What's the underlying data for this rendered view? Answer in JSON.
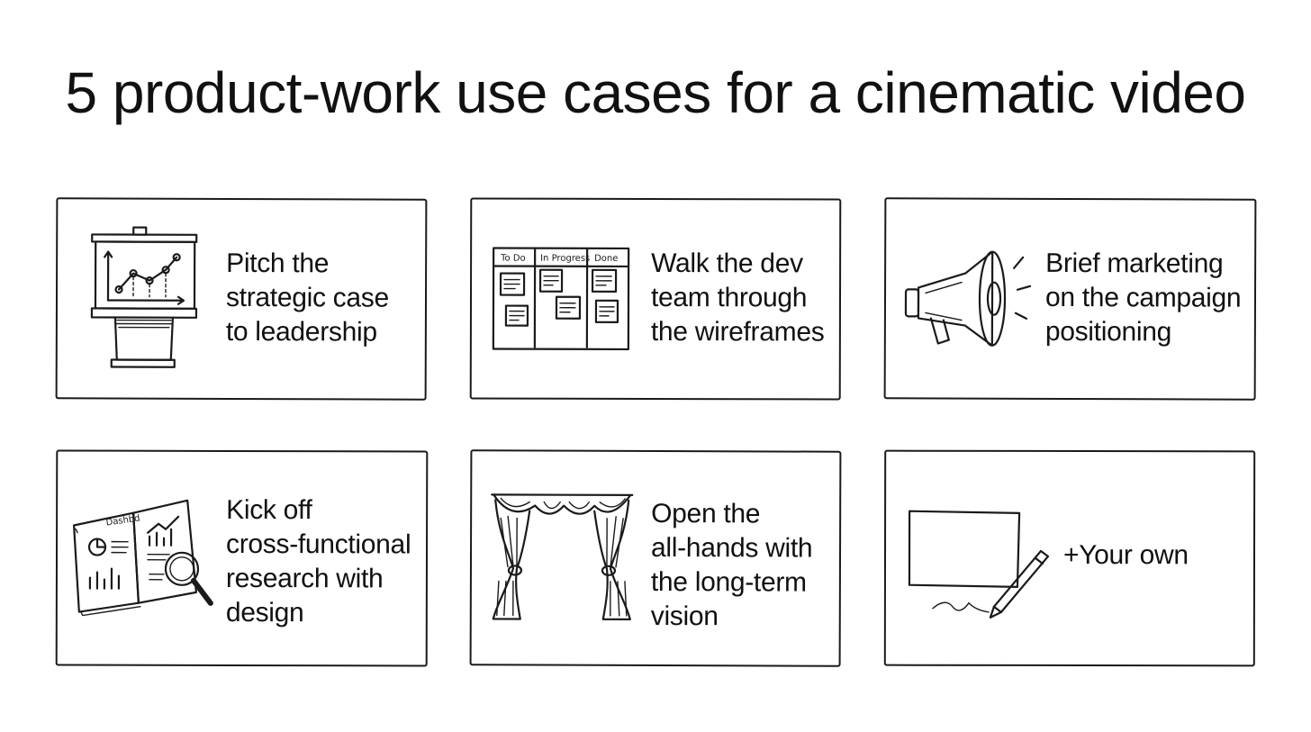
{
  "title": "5 product-work use cases for a cinematic video",
  "cards": [
    {
      "text": "Pitch the\nstrategic case\nto leadership",
      "icon": "presentation-easel-icon"
    },
    {
      "text": "Walk the dev\nteam through\nthe wireframes",
      "icon": "kanban-board-icon",
      "board": {
        "columns": [
          "To Do",
          "In Progress",
          "Done"
        ]
      }
    },
    {
      "text": "Brief marketing\non the campaign\npositioning",
      "icon": "megaphone-icon"
    },
    {
      "text": "Kick off\ncross-functional\nresearch with\ndesign",
      "icon": "research-book-icon",
      "book_label": "Dashbd"
    },
    {
      "text": "Open the\nall-hands with\nthe long-term\nvision",
      "icon": "stage-curtain-icon"
    },
    {
      "text": "+Your own",
      "icon": "pen-and-canvas-icon"
    }
  ]
}
